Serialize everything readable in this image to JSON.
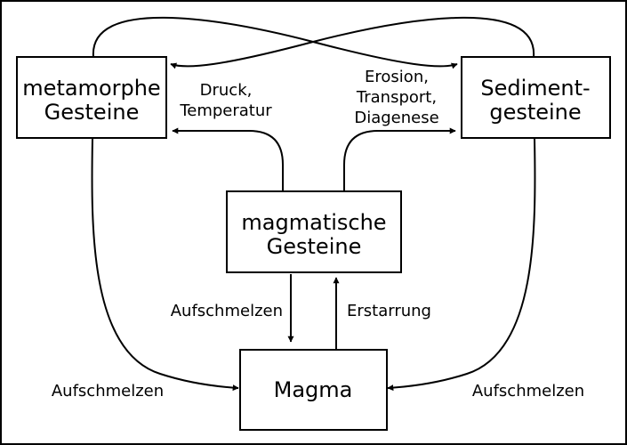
{
  "nodes": {
    "metamorphic": {
      "line1": "metamorphe",
      "line2": "Gesteine"
    },
    "sedimentary": {
      "line1": "Sediment-",
      "line2": "gesteine"
    },
    "igneous": {
      "line1": "magmatische",
      "line2": "Gesteine"
    },
    "magma": {
      "label": "Magma"
    }
  },
  "edge_labels": {
    "pressure": {
      "line1": "Druck,",
      "line2": "Temperatur"
    },
    "erosion": {
      "line1": "Erosion,",
      "line2": "Transport,",
      "line3": "Diagenese"
    },
    "melting_center": "Aufschmelzen",
    "solidification": "Erstarrung",
    "melting_left": "Aufschmelzen",
    "melting_right": "Aufschmelzen"
  },
  "colors": {
    "stroke": "#000000",
    "background": "#ffffff"
  }
}
